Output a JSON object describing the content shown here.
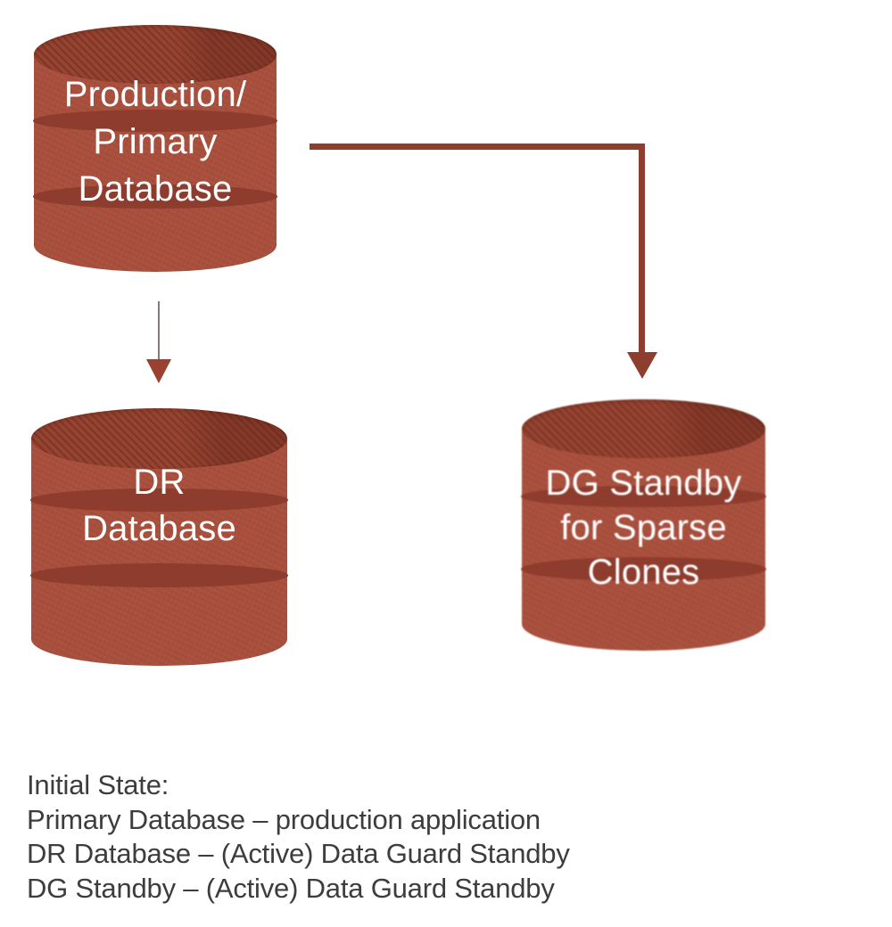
{
  "nodes": {
    "primary": {
      "lines": [
        "Production/",
        "Primary",
        "Database"
      ]
    },
    "dr": {
      "lines": [
        "DR",
        "Database"
      ]
    },
    "dg": {
      "lines": [
        "DG Standby",
        "for Sparse",
        "Clones"
      ]
    }
  },
  "arrows": [
    {
      "name": "primary-to-dr",
      "style": "thin"
    },
    {
      "name": "primary-to-dg-standby",
      "style": "thick"
    }
  ],
  "caption": {
    "lines": [
      "Initial State:",
      "Primary Database – production application",
      "DR Database – (Active) Data Guard Standby",
      "DG Standby – (Active) Data Guard Standby"
    ]
  },
  "colors": {
    "background": "#ffffff",
    "cylinder_body": "#a84e3c",
    "cylinder_band": "#8e3c2d",
    "cylinder_top": "#964331",
    "label_text": "#ffffff",
    "arrow_thick": "#8d3e2e",
    "arrow_thin_line": "#8c7a6e",
    "arrow_thin_head": "#9a4130",
    "caption_text": "#3d3d3d"
  }
}
